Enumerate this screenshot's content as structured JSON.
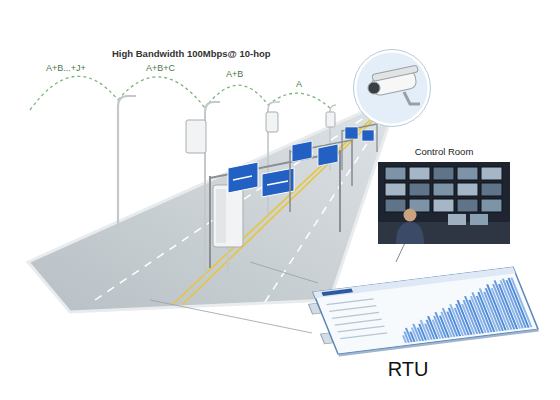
{
  "diagram": {
    "nodes": [
      {
        "text": [
          "Control Room"
        ]
      },
      {
        "text": [
          "RTU"
        ]
      }
    ],
    "edges": [
      {
        "from": 1,
        "to": 0,
        "arrow": "none"
      }
    ],
    "labels": [
      "High Bandwidth 100Mbps@ 10-hop",
      "A+B...+J+",
      "A+B+C",
      "A+B",
      "A"
    ]
  }
}
